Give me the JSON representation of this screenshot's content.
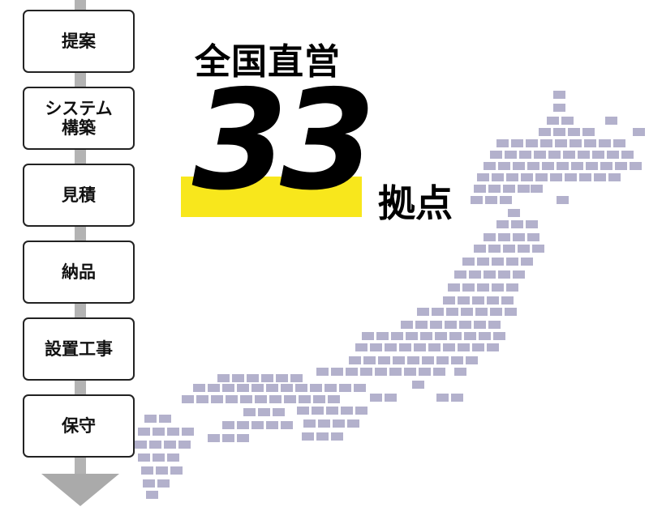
{
  "process_flow": {
    "steps": [
      {
        "label": "提案"
      },
      {
        "label": "システム\n構築"
      },
      {
        "label": "見積"
      },
      {
        "label": "納品"
      },
      {
        "label": "設置工事"
      },
      {
        "label": "保守"
      }
    ]
  },
  "stats": {
    "headline": "全国直営",
    "count": "33",
    "unit": "拠点"
  },
  "colors": {
    "map_tile": "#b3b1cc",
    "highlight": "#f8e71c",
    "flow_line": "#b3b3b3",
    "box_border": "#222222"
  }
}
